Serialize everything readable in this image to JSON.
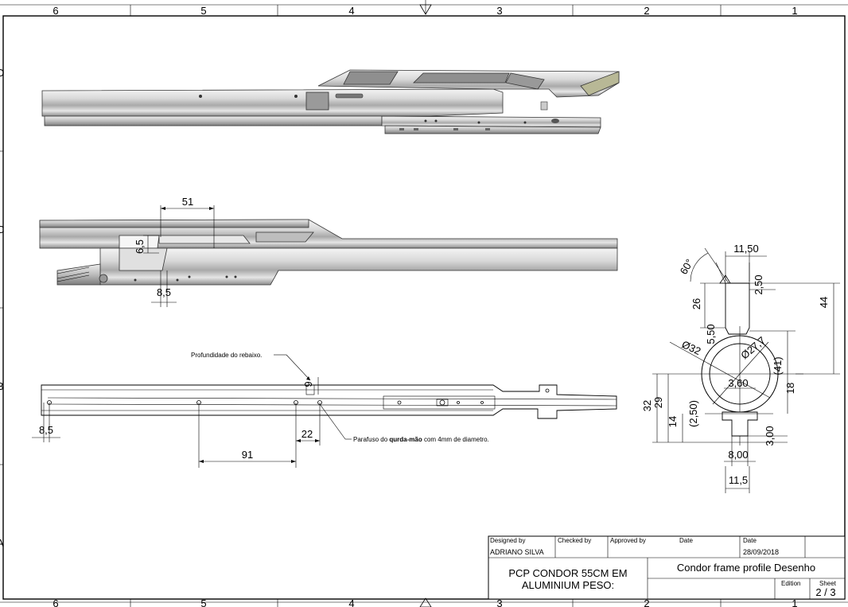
{
  "zones": {
    "columns": [
      "6",
      "5",
      "4",
      "3",
      "2",
      "1"
    ],
    "rows": [
      "D",
      "C",
      "B",
      "A"
    ]
  },
  "annotations": {
    "depth_note": "Profundidade do rebaixo.",
    "screw_note_prefix": "Parafuso do ",
    "screw_note_bold": "qurda-mão",
    "screw_note_suffix": " com 4mm de diametro."
  },
  "dims_side": {
    "d51": "51",
    "d6_5": "6,5",
    "d8_5": "8,5"
  },
  "dims_bottom": {
    "d9": "9",
    "d8_5": "8,5",
    "d91": "91",
    "d22": "22"
  },
  "dims_profile": {
    "d11_50": "11,50",
    "d60": "60°",
    "d2_50": "2,50",
    "d26": "26",
    "d44": "44",
    "d5_50": "5,50",
    "dphi32": "Ø32",
    "dphi27": "Ø27,7",
    "d41": "(41)",
    "d3_60": "3,60",
    "d18": "18",
    "d32": "32",
    "d29": "29",
    "d2_50b": "(2,50)",
    "d14": "14",
    "d3_00": "3,00",
    "d8_00": "8,00",
    "d11_5": "11,5"
  },
  "title_block": {
    "designed_by_label": "Designed by",
    "designed_by": "ADRIANO SILVA",
    "checked_by_label": "Checked by",
    "approved_by_label": "Approved by",
    "date_label_1": "Date",
    "date_label_2": "Date",
    "date": "28/09/2018",
    "part_line1": "PCP CONDOR 55CM EM",
    "part_line2": "ALUMINIUM PESO:",
    "drawing_title": "Condor frame profile Desenho",
    "edition_label": "Edition",
    "sheet_label": "Sheet",
    "sheet": "2 / 3"
  }
}
